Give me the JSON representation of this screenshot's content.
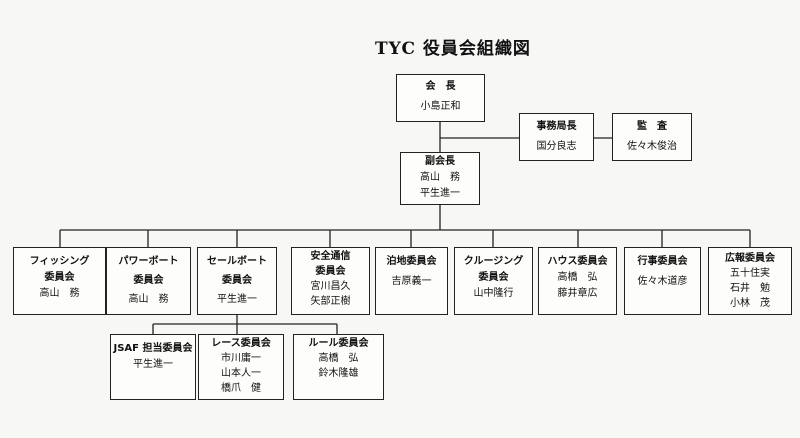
{
  "title": "TYC 役員会組織図",
  "chair": {
    "title": "会　長",
    "members": [
      "小島正和"
    ]
  },
  "secretariat": {
    "title": "事務局長",
    "members": [
      "国分良志"
    ]
  },
  "auditor": {
    "title": "監　査",
    "members": [
      "佐々木俊治"
    ]
  },
  "vice_chair": {
    "title": "副会長",
    "members": [
      "高山　務",
      "平生進一"
    ]
  },
  "committees": [
    {
      "title": "フィッシング",
      "title2": "委員会",
      "members": [
        "高山　務"
      ]
    },
    {
      "title": "パワーボート",
      "title2": "委員会",
      "members": [
        "高山　務"
      ]
    },
    {
      "title": "セールボート",
      "title2": "委員会",
      "members": [
        "平生進一"
      ]
    },
    {
      "title": "安全通信",
      "title2": "委員会",
      "members": [
        "宮川昌久",
        "矢部正樹"
      ]
    },
    {
      "title": "泊地委員会",
      "title2": "",
      "members": [
        "吉原義一"
      ]
    },
    {
      "title": "クルージング",
      "title2": "委員会",
      "members": [
        "山中隆行"
      ]
    },
    {
      "title": "ハウス委員会",
      "title2": "",
      "members": [
        "高橋　弘",
        "藤井章広"
      ]
    },
    {
      "title": "行事委員会",
      "title2": "",
      "members": [
        "佐々木道彦"
      ]
    },
    {
      "title": "広報委員会",
      "title2": "",
      "members": [
        "五十住実",
        "石井　勉",
        "小林　茂"
      ]
    }
  ],
  "sub_committees": [
    {
      "title": "JSAF 担当委員会",
      "members": [
        "平生進一"
      ]
    },
    {
      "title": "レース委員会",
      "members": [
        "市川庸一",
        "山本人一",
        "橋爪　健"
      ]
    },
    {
      "title": "ルール委員会",
      "members": [
        "高橋　弘",
        "鈴木隆雄"
      ]
    }
  ]
}
